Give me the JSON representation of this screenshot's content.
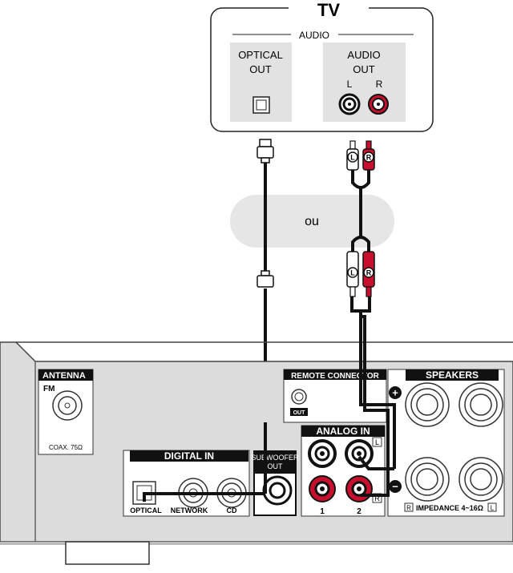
{
  "tv": {
    "title": "TV",
    "audio_group": "AUDIO",
    "optical_label_1": "OPTICAL",
    "optical_label_2": "OUT",
    "analog_label_1": "AUDIO",
    "analog_label_2": "OUT",
    "left": "L",
    "right": "R"
  },
  "separator": "ou",
  "plug_letters": {
    "left": "L",
    "right": "R"
  },
  "receiver": {
    "antenna": "ANTENNA",
    "fm": "FM",
    "coax": "COAX. 75Ω",
    "digital_in": "DIGITAL IN",
    "optical": "OPTICAL",
    "network": "NETWORK",
    "cd": "CD",
    "subwoofer_1": "SUBWOOFER",
    "subwoofer_2": "OUT",
    "remote_connector": "REMOTE CONNECTOR",
    "remote_out": "OUT",
    "analog_in": "ANALOG IN",
    "analog_1": "1",
    "analog_2": "2",
    "analog_l": "L",
    "analog_r": "R",
    "speakers": "SPEAKERS",
    "impedance": "IMPEDANCE 4~16Ω",
    "imp_r": "R",
    "imp_l": "L",
    "plus": "+",
    "minus": "−"
  },
  "colors": {
    "red": "#c8102e",
    "cable": "#111111",
    "panel_gray": "#e6e6e6",
    "chassis": "#dcdcdc"
  }
}
